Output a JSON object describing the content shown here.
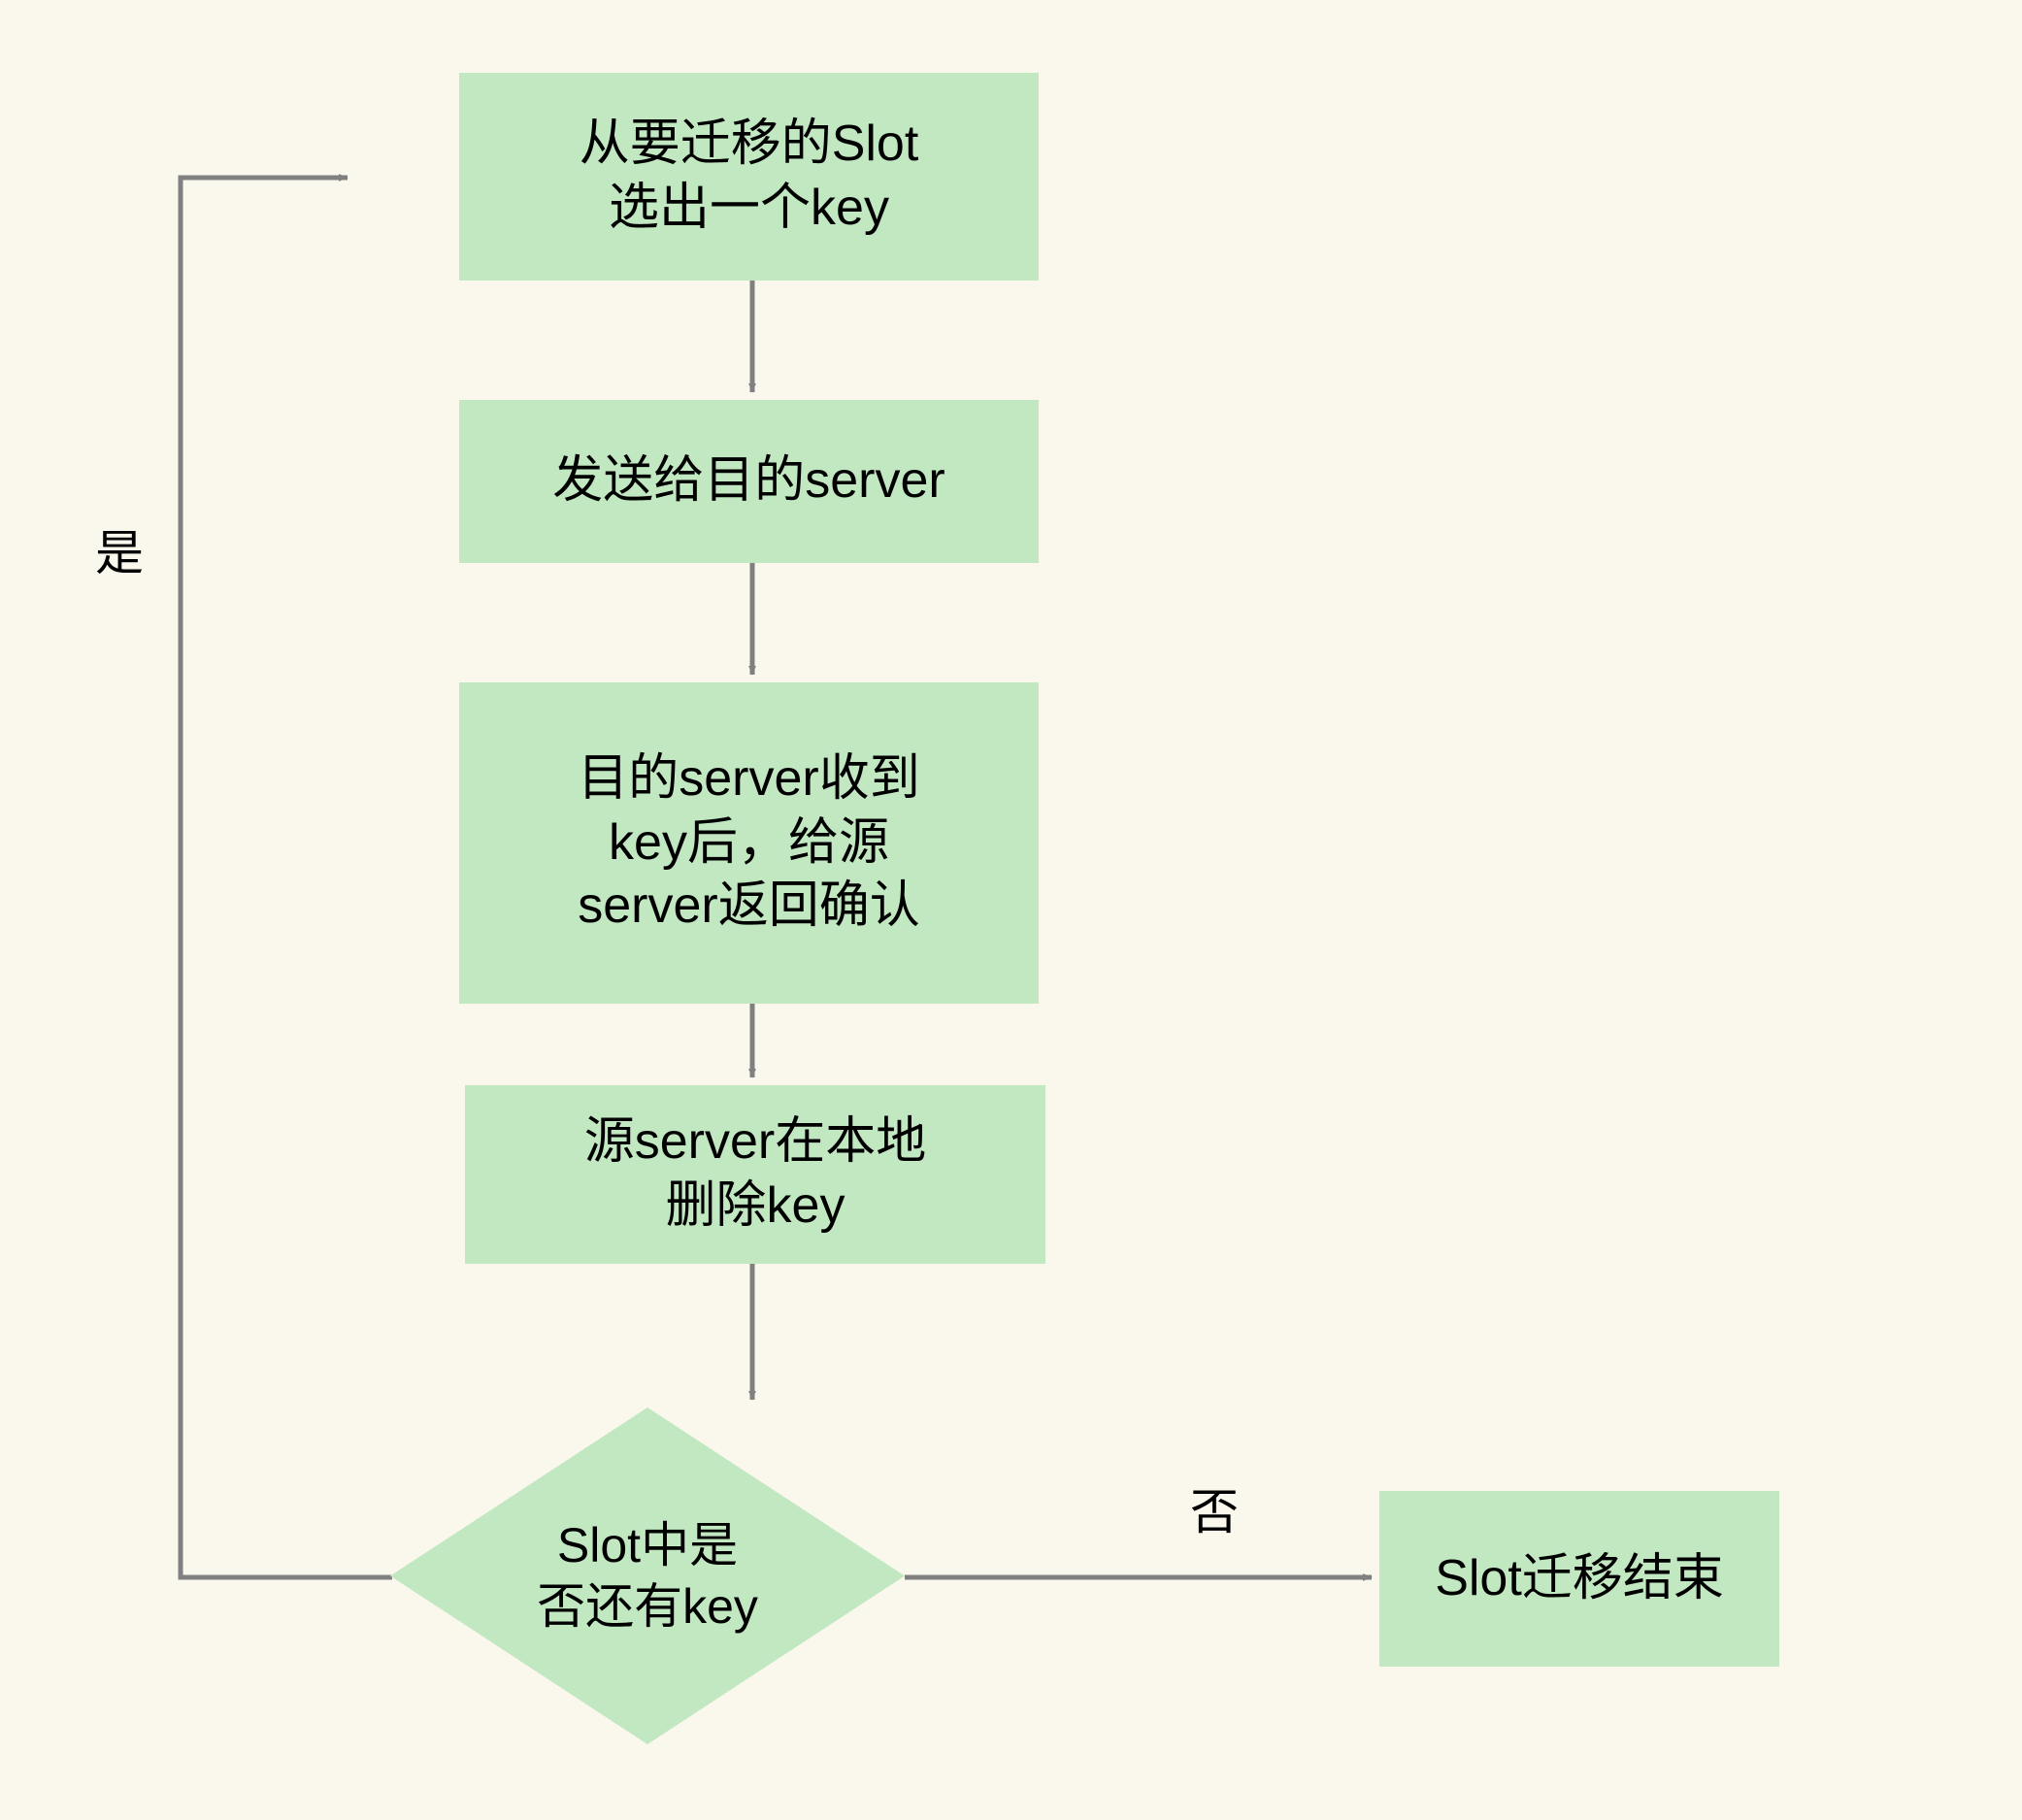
{
  "diagram": {
    "title": "Slot migration flowchart",
    "background_color": "#faf7ec",
    "node_fill_color": "#c2e8c2",
    "edge_color": "#808080",
    "text_color": "#000000",
    "nodes": [
      {
        "id": "start",
        "shape": "rect",
        "text": "从要迁移的Slot\n选出一个key"
      },
      {
        "id": "send",
        "shape": "rect",
        "text": "发送给目的server"
      },
      {
        "id": "ack",
        "shape": "rect",
        "text": "目的server收到\nkey后，给源\nserver返回确认"
      },
      {
        "id": "delete",
        "shape": "rect",
        "text": "源server在本地\n删除key"
      },
      {
        "id": "decision",
        "shape": "diamond",
        "text": "Slot中是\n否还有key"
      },
      {
        "id": "end",
        "shape": "rect",
        "text": "Slot迁移结束"
      }
    ],
    "edges": [
      {
        "from": "start",
        "to": "send",
        "label": ""
      },
      {
        "from": "send",
        "to": "ack",
        "label": ""
      },
      {
        "from": "ack",
        "to": "delete",
        "label": ""
      },
      {
        "from": "delete",
        "to": "decision",
        "label": ""
      },
      {
        "from": "decision",
        "to": "start",
        "label": "是"
      },
      {
        "from": "decision",
        "to": "end",
        "label": "否"
      }
    ],
    "labels": {
      "yes": "是",
      "no": "否"
    }
  }
}
